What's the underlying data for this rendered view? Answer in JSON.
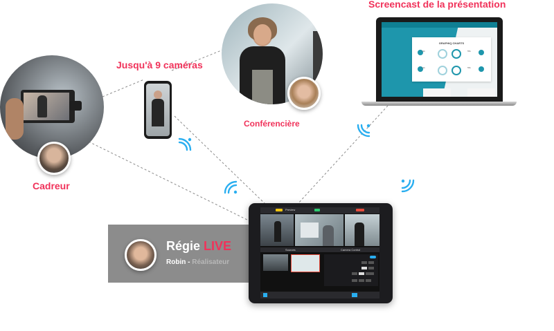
{
  "labels": {
    "screencast": "Screencast de la présentation",
    "cameras": "Jusqu'à 9 caméras",
    "speaker": "Conférencière",
    "cameraman": "Cadreur"
  },
  "regie": {
    "title": "Régie",
    "title_accent": "LIVE",
    "person": "Robin -",
    "role": "Réalisateur"
  },
  "tablet_ui": {
    "preview": "Preview",
    "sources": "Sources",
    "camera_control": "Camera Control"
  },
  "slide": {
    "title": "GRAPHIQ CHARTS",
    "rows": [
      {
        "left": "12k",
        "right": "55k"
      },
      {
        "left": "12k",
        "right": "55k"
      }
    ]
  },
  "colors": {
    "accent": "#f0325a",
    "wifi": "#29aef0",
    "teal": "#1e96ac",
    "panel": "#8c8c8c"
  },
  "icons": {
    "wifi": "wifi-icon"
  }
}
